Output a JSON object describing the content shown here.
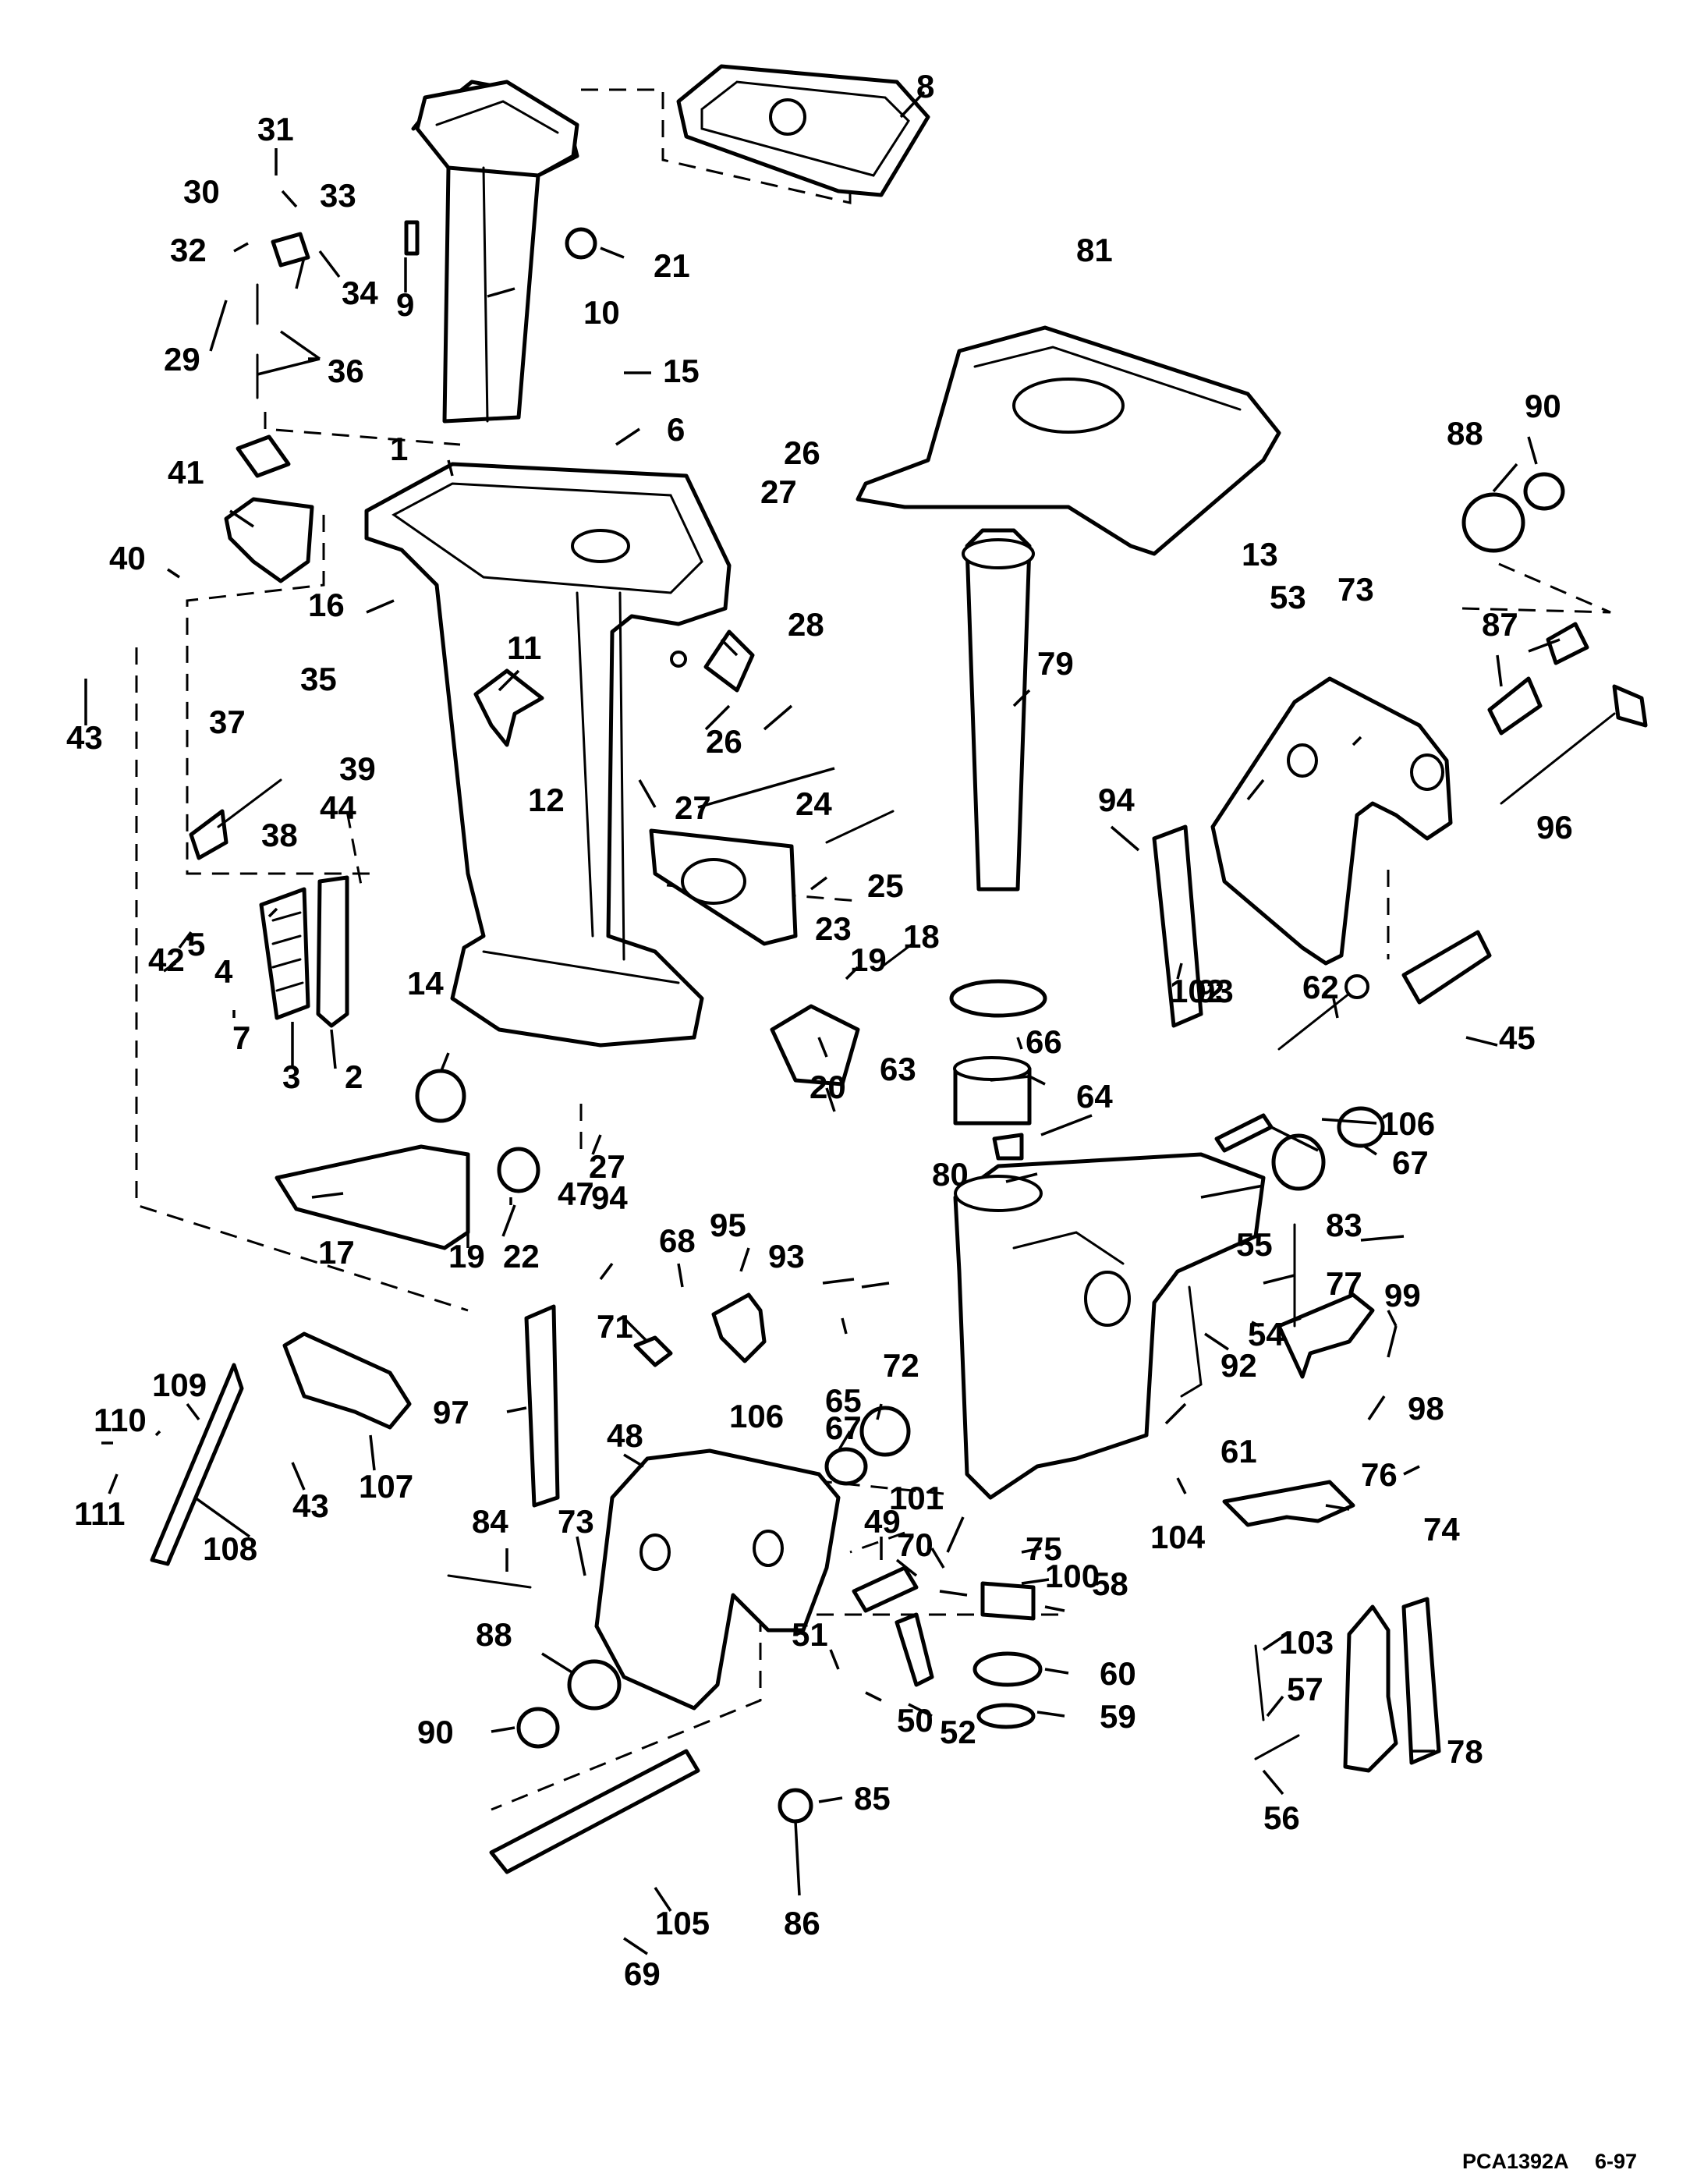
{
  "callouts": [
    {
      "id": "c1",
      "label": "1"
    },
    {
      "id": "c2",
      "label": "2"
    },
    {
      "id": "c3",
      "label": "3"
    },
    {
      "id": "c4",
      "label": "4"
    },
    {
      "id": "c5",
      "label": "5"
    },
    {
      "id": "c6",
      "label": "6"
    },
    {
      "id": "c7",
      "label": "7"
    },
    {
      "id": "c8",
      "label": "8"
    },
    {
      "id": "c9",
      "label": "9"
    },
    {
      "id": "c10",
      "label": "10"
    },
    {
      "id": "c11",
      "label": "11"
    },
    {
      "id": "c12",
      "label": "12"
    },
    {
      "id": "c13",
      "label": "13"
    },
    {
      "id": "c14",
      "label": "14"
    },
    {
      "id": "c15",
      "label": "15"
    },
    {
      "id": "c16",
      "label": "16"
    },
    {
      "id": "c17",
      "label": "17"
    },
    {
      "id": "c18",
      "label": "18"
    },
    {
      "id": "c19a",
      "label": "19"
    },
    {
      "id": "c19b",
      "label": "19"
    },
    {
      "id": "c20",
      "label": "20"
    },
    {
      "id": "c21",
      "label": "21"
    },
    {
      "id": "c22",
      "label": "22"
    },
    {
      "id": "c23",
      "label": "23"
    },
    {
      "id": "c24",
      "label": "24"
    },
    {
      "id": "c25",
      "label": "25"
    },
    {
      "id": "c26a",
      "label": "26"
    },
    {
      "id": "c26b",
      "label": "26"
    },
    {
      "id": "c27a",
      "label": "27"
    },
    {
      "id": "c27b",
      "label": "27"
    },
    {
      "id": "c27c",
      "label": "27"
    },
    {
      "id": "c28",
      "label": "28"
    },
    {
      "id": "c29",
      "label": "29"
    },
    {
      "id": "c30",
      "label": "30"
    },
    {
      "id": "c31",
      "label": "31"
    },
    {
      "id": "c32",
      "label": "32"
    },
    {
      "id": "c33",
      "label": "33"
    },
    {
      "id": "c34",
      "label": "34"
    },
    {
      "id": "c35",
      "label": "35"
    },
    {
      "id": "c36",
      "label": "36"
    },
    {
      "id": "c37",
      "label": "37"
    },
    {
      "id": "c38",
      "label": "38"
    },
    {
      "id": "c39",
      "label": "39"
    },
    {
      "id": "c40",
      "label": "40"
    },
    {
      "id": "c41",
      "label": "41"
    },
    {
      "id": "c42",
      "label": "42"
    },
    {
      "id": "c43a",
      "label": "43"
    },
    {
      "id": "c43b",
      "label": "43"
    },
    {
      "id": "c44",
      "label": "44"
    },
    {
      "id": "c45",
      "label": "45"
    },
    {
      "id": "c47",
      "label": "47"
    },
    {
      "id": "c48",
      "label": "48"
    },
    {
      "id": "c49",
      "label": "49"
    },
    {
      "id": "c50",
      "label": "50"
    },
    {
      "id": "c51",
      "label": "51"
    },
    {
      "id": "c52",
      "label": "52"
    },
    {
      "id": "c53",
      "label": "53"
    },
    {
      "id": "c54",
      "label": "54"
    },
    {
      "id": "c55",
      "label": "55"
    },
    {
      "id": "c56",
      "label": "56"
    },
    {
      "id": "c57",
      "label": "57"
    },
    {
      "id": "c58",
      "label": "58"
    },
    {
      "id": "c59",
      "label": "59"
    },
    {
      "id": "c60",
      "label": "60"
    },
    {
      "id": "c61",
      "label": "61"
    },
    {
      "id": "c62",
      "label": "62"
    },
    {
      "id": "c63",
      "label": "63"
    },
    {
      "id": "c64",
      "label": "64"
    },
    {
      "id": "c65",
      "label": "65"
    },
    {
      "id": "c66",
      "label": "66"
    },
    {
      "id": "c67a",
      "label": "67"
    },
    {
      "id": "c67b",
      "label": "67"
    },
    {
      "id": "c68",
      "label": "68"
    },
    {
      "id": "c69",
      "label": "69"
    },
    {
      "id": "c70",
      "label": "70"
    },
    {
      "id": "c71",
      "label": "71"
    },
    {
      "id": "c72",
      "label": "72"
    },
    {
      "id": "c73a",
      "label": "73"
    },
    {
      "id": "c73b",
      "label": "73"
    },
    {
      "id": "c74",
      "label": "74"
    },
    {
      "id": "c75",
      "label": "75"
    },
    {
      "id": "c76",
      "label": "76"
    },
    {
      "id": "c77",
      "label": "77"
    },
    {
      "id": "c78",
      "label": "78"
    },
    {
      "id": "c79",
      "label": "79"
    },
    {
      "id": "c80",
      "label": "80"
    },
    {
      "id": "c81",
      "label": "81"
    },
    {
      "id": "c83",
      "label": "83"
    },
    {
      "id": "c84",
      "label": "84"
    },
    {
      "id": "c85",
      "label": "85"
    },
    {
      "id": "c86",
      "label": "86"
    },
    {
      "id": "c87",
      "label": "87"
    },
    {
      "id": "c88a",
      "label": "88"
    },
    {
      "id": "c88b",
      "label": "88"
    },
    {
      "id": "c90a",
      "label": "90"
    },
    {
      "id": "c90b",
      "label": "90"
    },
    {
      "id": "c92",
      "label": "92"
    },
    {
      "id": "c93a",
      "label": "93"
    },
    {
      "id": "c93b",
      "label": "93"
    },
    {
      "id": "c94a",
      "label": "94"
    },
    {
      "id": "c94b",
      "label": "94"
    },
    {
      "id": "c95",
      "label": "95"
    },
    {
      "id": "c96",
      "label": "96"
    },
    {
      "id": "c97",
      "label": "97"
    },
    {
      "id": "c98",
      "label": "98"
    },
    {
      "id": "c99",
      "label": "99"
    },
    {
      "id": "c100",
      "label": "100"
    },
    {
      "id": "c101",
      "label": "101"
    },
    {
      "id": "c102",
      "label": "102"
    },
    {
      "id": "c103",
      "label": "103"
    },
    {
      "id": "c104",
      "label": "104"
    },
    {
      "id": "c105",
      "label": "105"
    },
    {
      "id": "c106a",
      "label": "106"
    },
    {
      "id": "c106b",
      "label": "106"
    },
    {
      "id": "c107",
      "label": "107"
    },
    {
      "id": "c108",
      "label": "108"
    },
    {
      "id": "c109",
      "label": "109"
    },
    {
      "id": "c110",
      "label": "110"
    },
    {
      "id": "c111",
      "label": "111"
    }
  ],
  "footer": {
    "drawing_code": "PCA1392A",
    "date_code": "6-97"
  }
}
